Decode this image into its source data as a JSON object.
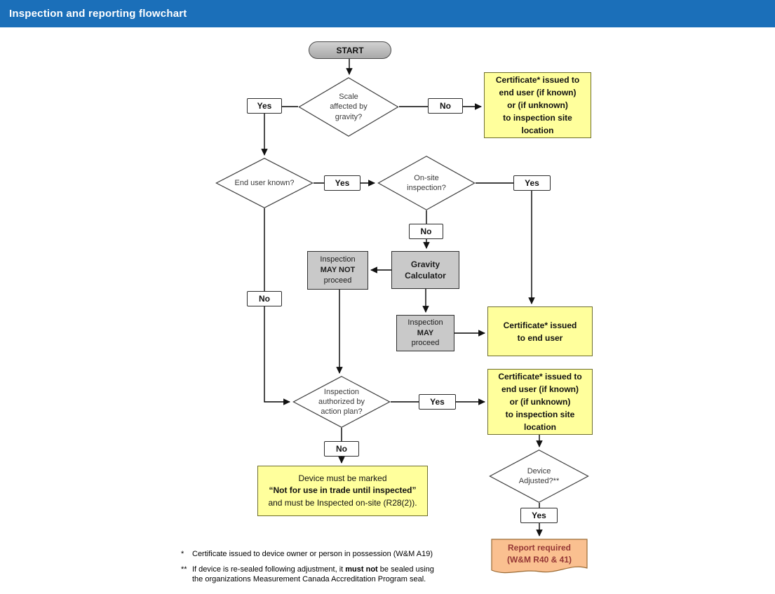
{
  "colors": {
    "header": "#1b6fb9",
    "yellow": "#ffff9c",
    "gray": "#c9c9c9",
    "orange": "#fac090",
    "report-text": "#953735",
    "line": "#000000"
  },
  "header": {
    "title": "Inspection and reporting flowchart"
  },
  "nodes": {
    "start": {
      "label": "START"
    },
    "scale_gravity": {
      "label": "Scale\naffected by\ngravity?"
    },
    "cert_top": {
      "label": "Certificate* issued to\nend user (if known)\nor (if unknown)\nto inspection site\nlocation"
    },
    "end_user_known": {
      "label": "End user known?"
    },
    "onsite_inspection": {
      "label": "On-site\ninspection?"
    },
    "gravity_calculator": {
      "label": "Gravity\nCalculator"
    },
    "inspection_may_not": {
      "pre": "Inspection",
      "bold": "MAY NOT",
      "post": "proceed"
    },
    "inspection_may": {
      "pre": "Inspection",
      "bold": "MAY",
      "post": "proceed"
    },
    "cert_end_user": {
      "label": "Certificate* issued\nto end user"
    },
    "inspection_authorized": {
      "label": "Inspection\nauthorized by\naction plan?"
    },
    "cert_mid": {
      "label": "Certificate* issued to\nend user (if known)\nor (if unknown)\nto inspection site\nlocation"
    },
    "device_marked": {
      "line1": "Device must be marked",
      "line2": "“Not for use in trade until inspected”",
      "line3": "and must be Inspected on-site (R28(2))."
    },
    "device_adjusted": {
      "label": "Device\nAdjusted?**"
    },
    "report_required": {
      "line1": "Report required",
      "line2": "(W&M R40 & 41)"
    }
  },
  "labels": {
    "yes1": "Yes",
    "no1": "No",
    "yes2": "Yes",
    "yes3": "Yes",
    "no2": "No",
    "no3": "No",
    "yes4": "Yes",
    "no4": "No",
    "yes5": "Yes"
  },
  "footnotes": {
    "f1_marker": "*",
    "f1": "Certificate issued to device owner or person in possession (W&M A19)",
    "f2_marker": "**",
    "f2_pre": "If device is re-sealed following adjustment, it ",
    "f2_bold": "must not",
    "f2_post": " be sealed using",
    "f3": "the organizations Measurement Canada Accreditation Program seal."
  }
}
